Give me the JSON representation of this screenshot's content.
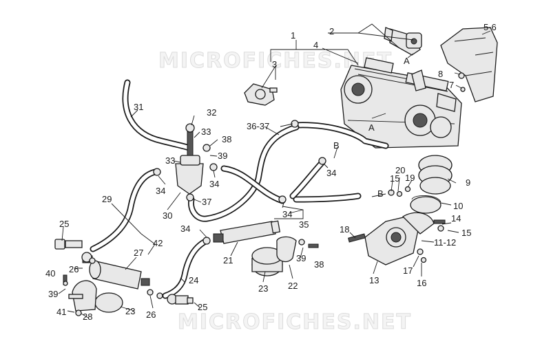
{
  "watermark": "MICROFICHES.NET",
  "callouts": {
    "c1": "1",
    "c2": "2",
    "c3": "3",
    "c4": "4",
    "c56": "5-6",
    "c7": "7",
    "c8": "8",
    "c9": "9",
    "c10": "10",
    "c1112": "11-12",
    "c13": "13",
    "c14": "14",
    "c15a": "15",
    "c15b": "15",
    "c16": "16",
    "c17": "17",
    "c18": "18",
    "c19": "19",
    "c20": "20",
    "c21": "21",
    "c22": "22",
    "c23a": "23",
    "c23b": "23",
    "c24": "24",
    "c25a": "25",
    "c25b": "25",
    "c26a": "26",
    "c26b": "26",
    "c27": "27",
    "c28": "28",
    "c29": "29",
    "c30": "30",
    "c31": "31",
    "c32": "32",
    "c33a": "33",
    "c33b": "33",
    "c34a": "34",
    "c34b": "34",
    "c34c": "34",
    "c34d": "34",
    "c34e": "34",
    "c35": "35",
    "c3637": "36-37",
    "c37": "37",
    "c38a": "38",
    "c38b": "38",
    "c39a": "39",
    "c39b": "39",
    "c39c": "39",
    "c40": "40",
    "c41": "41",
    "c42": "42",
    "refA1": "A",
    "refA2": "A",
    "refB1": "B",
    "refB2": "B"
  }
}
